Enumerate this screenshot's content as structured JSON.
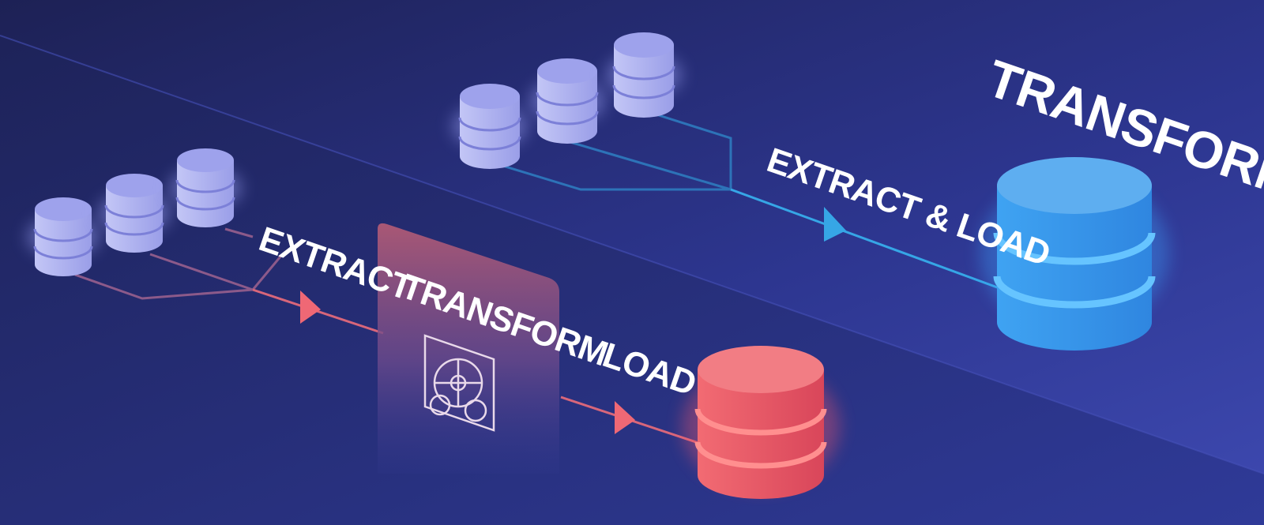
{
  "labels": {
    "extract": "EXTRACT",
    "transform_box": "TRANSFORM",
    "load": "LOAD",
    "extract_load": "EXTRACT & LOAD",
    "transform_top": "TRANSFORM"
  },
  "icons": {
    "source_db": "database-icon",
    "gear_panel": "gears-icon",
    "arrow": "arrow-head-icon"
  },
  "colors": {
    "background_dark": "#1f2359",
    "background_light": "#3a45a8",
    "source_db": "#a9aef0",
    "etl_line": "#d8667a",
    "elt_line": "#36a6e6",
    "warehouse_red": "#e8535f",
    "warehouse_blue": "#3d9ef0"
  }
}
